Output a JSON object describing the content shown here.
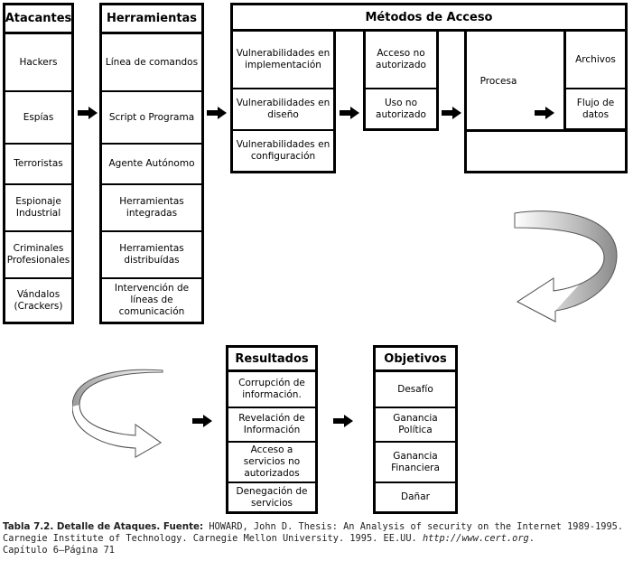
{
  "atacantes": {
    "title": "Atacantes",
    "items": [
      "Hackers",
      "Espías",
      "Terroristas",
      "Espionaje Industrial",
      "Criminales Profesionales",
      "Vándalos (Crackers)"
    ]
  },
  "herramientas": {
    "title": "Herramientas",
    "items": [
      "Línea de comandos",
      "Script o Programa",
      "Agente Autónomo",
      "Herramientas integradas",
      "Herramientas distribuídas",
      "Intervención de líneas de comunicación"
    ]
  },
  "metodos": {
    "title": "Métodos de Acceso",
    "vulnerabilidades": [
      "Vulnerabilidades en implementación",
      "Vulnerabilidades en diseño",
      "Vulnerabilidades en configuración"
    ],
    "acceso": [
      "Acceso no autorizado",
      "Uso no autorizado"
    ],
    "proceso": "Procesa",
    "objetos": [
      "Archivos",
      "Flujo de datos"
    ]
  },
  "resultados": {
    "title": "Resultados",
    "items": [
      "Corrupción de información.",
      "Revelación de Información",
      "Acceso a servicios no autorizados",
      "Denegación de servicios"
    ]
  },
  "objetivos": {
    "title": "Objetivos",
    "items": [
      "Desafío",
      "Ganancia Política",
      "Ganancia Financiera",
      "Dañar"
    ]
  },
  "caption": {
    "label": "Tabla 7.2. Detalle de Ataques. Fuente:",
    "source": " HOWARD, John D. Thesis: An Analysis of security on the Internet 1989-1995. Carnegie Institute of Technology. Carnegie Mellon University. 1995. EE.UU. ",
    "url": "http://www.cert.org",
    "end": ".",
    "page": "Capítulo 6–Página 71"
  }
}
